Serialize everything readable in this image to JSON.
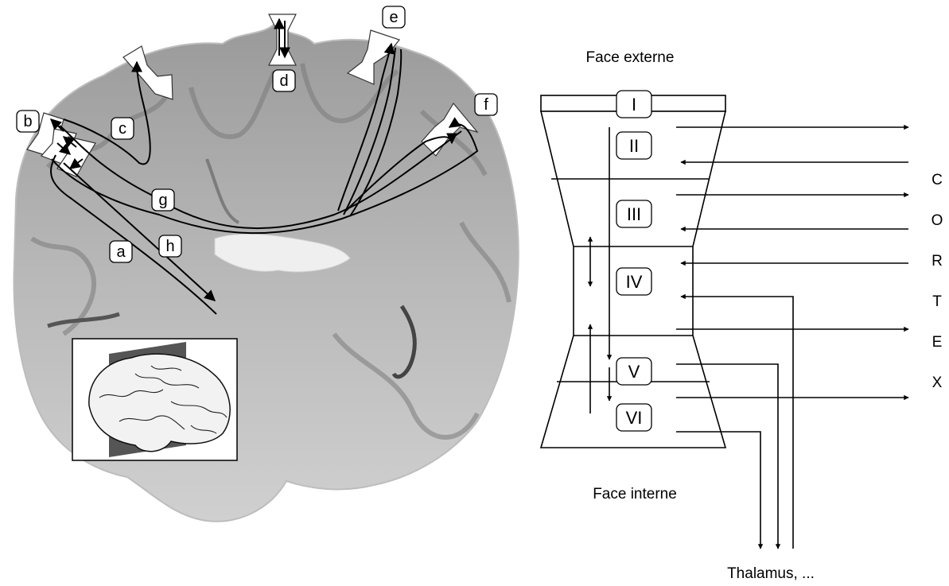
{
  "brain_labels": {
    "a": "a",
    "b": "b",
    "c": "c",
    "d": "d",
    "e": "e",
    "f": "f",
    "g": "g",
    "h": "h"
  },
  "schema": {
    "face_externe": "Face externe",
    "face_interne": "Face interne",
    "thalamus": "Thalamus, ...",
    "layers": [
      "I",
      "II",
      "III",
      "IV",
      "V",
      "VI"
    ],
    "cortex_letters": [
      "C",
      "O",
      "R",
      "T",
      "E",
      "X"
    ]
  }
}
